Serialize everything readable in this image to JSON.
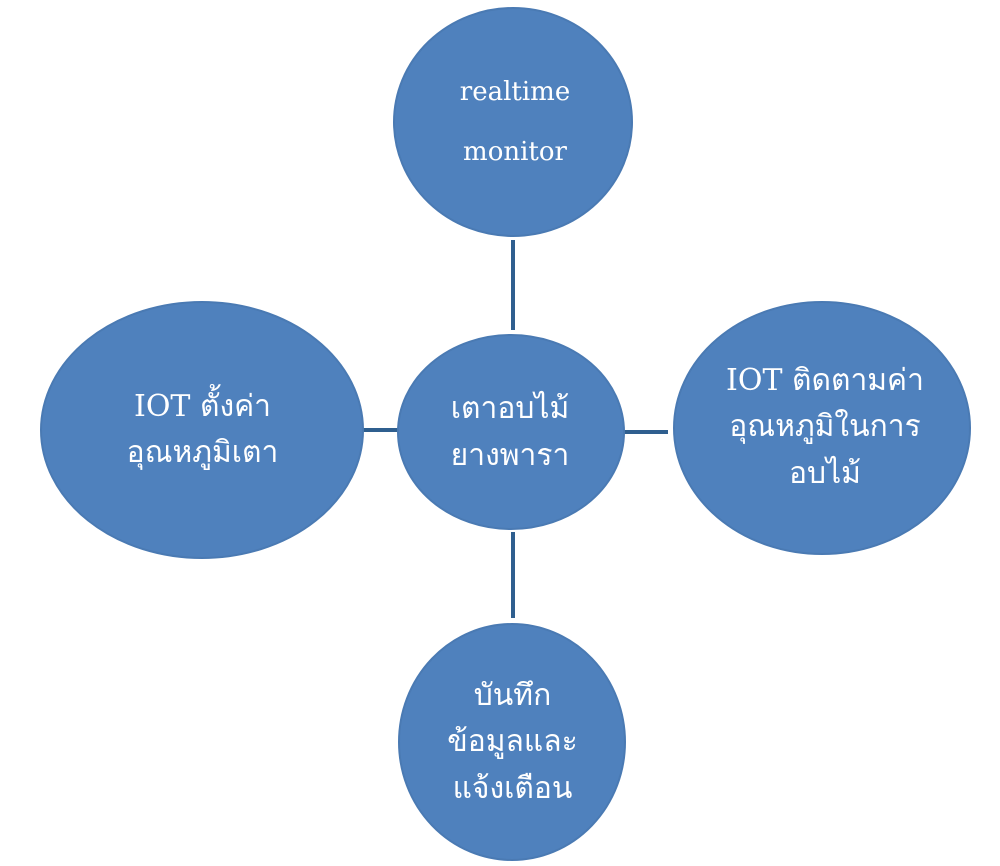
{
  "diagram": {
    "center": {
      "lines": [
        "เตาอบไม้",
        "ยางพารา"
      ]
    },
    "top": {
      "lines": [
        "realtime",
        "monitor"
      ]
    },
    "left": {
      "lines": [
        "IOT ตั้งค่า",
        "อุณหภูมิเตา"
      ]
    },
    "right": {
      "lines": [
        "IOT ติดตามค่า",
        "อุณหภูมิในการ",
        "อบไม้"
      ]
    },
    "bottom": {
      "lines": [
        "บันทึก",
        "ข้อมูลและ",
        "แจ้งเตือน"
      ]
    }
  },
  "colors": {
    "node_fill": "#4f81bd",
    "node_stroke": "#3a6595",
    "connector": "#2f5f8f",
    "text": "#ffffff",
    "background": "#ffffff"
  }
}
